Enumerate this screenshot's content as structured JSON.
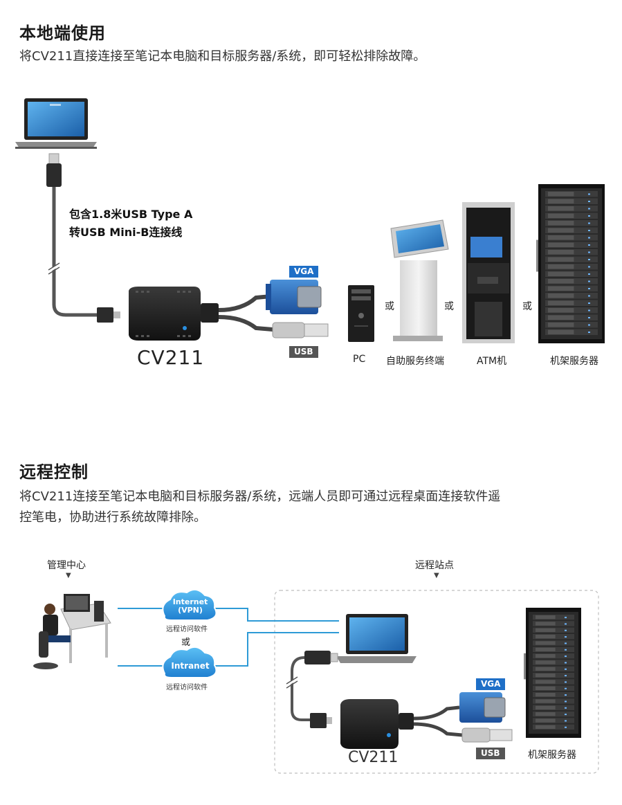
{
  "local": {
    "heading": "本地端使用",
    "desc": "将CV211直接连接至笔记本电脑和目标服务器/系统，即可轻松排除故障。",
    "cable_note_line1": "包含1.8米USB Type A",
    "cable_note_line2": "转USB Mini-B连接线",
    "vga_tag": "VGA",
    "usb_tag": "USB",
    "device_label": "CV211",
    "or_label": "或",
    "targets": [
      "PC",
      "自助服务终端",
      "ATM机",
      "机架服务器"
    ]
  },
  "remote": {
    "heading": "远程控制",
    "desc_line1": "将CV211连接至笔记本电脑和目标服务器/系统，远端人员即可通过远程桌面连接软件遥",
    "desc_line2": "控笔电，协助进行系统故障排除。",
    "mgmt_center": "管理中心",
    "remote_site": "远程站点",
    "cloud1_line1": "Internet",
    "cloud1_line2": "(VPN)",
    "cloud1_caption": "远程访问软件",
    "or_label": "或",
    "cloud2_label": "Intranet",
    "cloud2_caption": "远程访问软件",
    "vga_tag": "VGA",
    "usb_tag": "USB",
    "device_label": "CV211",
    "server_label": "机架服务器",
    "arrow_glyph": "▼"
  },
  "colors": {
    "accent_blue": "#1e6fc7",
    "cloud_blue": "#2a8fe0",
    "line_blue": "#2d9ad6",
    "usb_tag_gray": "#555555"
  }
}
